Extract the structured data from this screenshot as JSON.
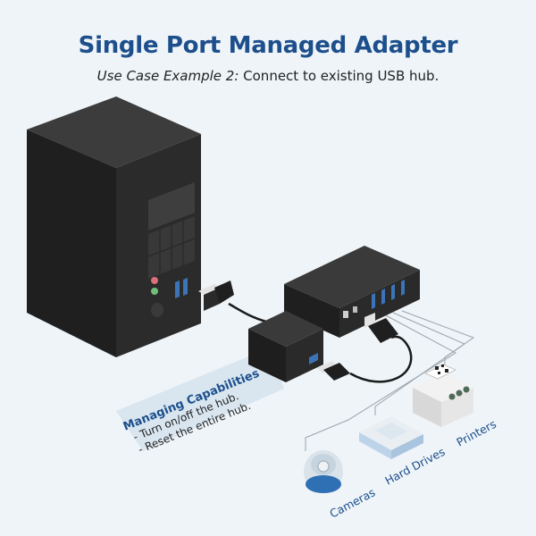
{
  "header": {
    "title": "Single Port Managed Adapter",
    "subtitle_prefix": "Use Case Example 2:",
    "subtitle_rest": " Connect to existing USB hub."
  },
  "capabilities": {
    "heading": "Managing Capabilities",
    "items": [
      "- Turn on/off the hub.",
      "- Reset the entire hub."
    ]
  },
  "devices": {
    "cameras": "Cameras",
    "hard_drives": "Hard Drives",
    "printers": "Printers"
  },
  "colors": {
    "title": "#1d4f8c",
    "panel": "#d9e6f0",
    "device_dark": "#262626",
    "accent_blue": "#2f6fb3"
  }
}
